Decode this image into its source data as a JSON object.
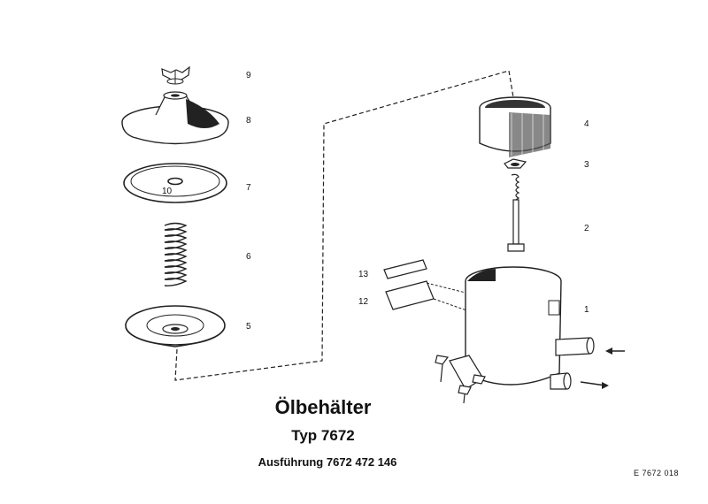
{
  "parts": [
    {
      "num": "9"
    },
    {
      "num": "8"
    },
    {
      "num": "7"
    },
    {
      "num": "6"
    },
    {
      "num": "5"
    },
    {
      "num": "4"
    },
    {
      "num": "3"
    },
    {
      "num": "2"
    },
    {
      "num": "1"
    },
    {
      "num": "13"
    },
    {
      "num": "12"
    },
    {
      "num": "10"
    }
  ],
  "title": {
    "name": "Ölbehälter",
    "type": "Typ 7672",
    "version": "Ausführung  7672  472  146"
  },
  "drawing_ref": "E  7672  018"
}
